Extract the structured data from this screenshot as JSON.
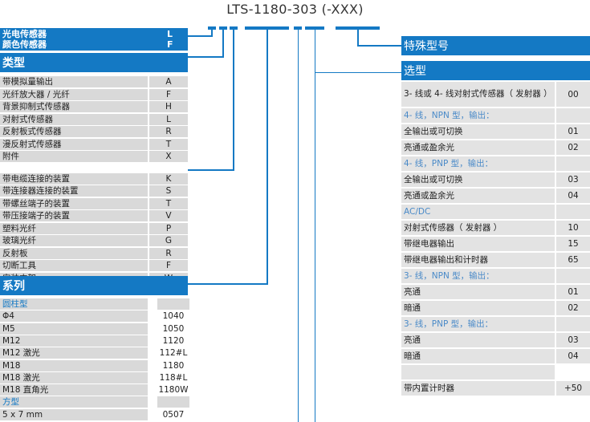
{
  "title": "LTS-1180-303 (-XXX)",
  "sensor_header": {
    "line1": "光电传感器",
    "line1_code": "L",
    "line2": "颜色传感器",
    "line2_code": "F"
  },
  "type_section": {
    "title": "类型",
    "rows": [
      {
        "label": "带模拟量输出",
        "code": "A"
      },
      {
        "label": "光纤放大器 / 光纤",
        "code": "F"
      },
      {
        "label": "背景抑制式传感器",
        "code": "H"
      },
      {
        "label": "对射式传感器",
        "code": "L"
      },
      {
        "label": "反射板式传感器",
        "code": "R"
      },
      {
        "label": "漫反射式传感器",
        "code": "T"
      },
      {
        "label": "附件",
        "code": "X"
      },
      {
        "label": "带电缆连接的装置",
        "code": "K"
      },
      {
        "label": "带连接器连接的装置",
        "code": "S"
      },
      {
        "label": "带螺丝端子的装置",
        "code": "T"
      },
      {
        "label": "带压接端子的装置",
        "code": "V"
      },
      {
        "label": "塑料光纤",
        "code": "P"
      },
      {
        "label": "玻璃光纤",
        "code": "G"
      },
      {
        "label": "反射板",
        "code": "R"
      },
      {
        "label": "切断工具",
        "code": "F"
      },
      {
        "label": "安装支架",
        "code": "W"
      }
    ]
  },
  "series_section": {
    "title": "系列",
    "rows": [
      {
        "label": "圆柱型",
        "code": "",
        "category": true
      },
      {
        "label": "Φ4",
        "code": "1040"
      },
      {
        "label": "M5",
        "code": "1050"
      },
      {
        "label": "M12",
        "code": "1120"
      },
      {
        "label": "M12 激光",
        "code": "112#L"
      },
      {
        "label": "M18",
        "code": "1180"
      },
      {
        "label": "M18 激光",
        "code": "118#L"
      },
      {
        "label": "M18 直角光",
        "code": "1180W"
      },
      {
        "label": "方型",
        "code": "",
        "category": true
      },
      {
        "label": "5 x 7 mm",
        "code": "0507"
      }
    ]
  },
  "special_section": {
    "title": "特殊型号"
  },
  "option_section": {
    "title": "选型",
    "rows": [
      {
        "label": "3- 线或 4- 线对射式传感器（ 发射器 ）",
        "code": "00",
        "tall": true
      },
      {
        "label": "4- 线，NPN 型，输出：",
        "code": "",
        "category": true
      },
      {
        "label": "全输出或可切换",
        "code": "01"
      },
      {
        "label": "亮通或盈余光",
        "code": "02"
      },
      {
        "label": "4- 线，PNP 型，输出：",
        "code": "",
        "category": true
      },
      {
        "label": "全输出或可切换",
        "code": "03"
      },
      {
        "label": "亮通或盈余光",
        "code": "04"
      },
      {
        "label": "AC/DC",
        "code": "",
        "category": true
      },
      {
        "label": "对射式传感器（ 发射器 ）",
        "code": "10"
      },
      {
        "label": "带继电器输出",
        "code": "15"
      },
      {
        "label": "带继电器输出和计时器",
        "code": "65"
      },
      {
        "label": "3- 线，NPN 型，输出：",
        "code": "",
        "category": true
      },
      {
        "label": "亮通",
        "code": "01"
      },
      {
        "label": "暗通",
        "code": "02"
      },
      {
        "label": "3- 线，PNP 型，输出：",
        "code": "",
        "category": true
      },
      {
        "label": "亮通",
        "code": "03"
      },
      {
        "label": "暗通",
        "code": "04"
      },
      {
        "label": "",
        "code": "",
        "blank": true
      },
      {
        "label": "带内置计时器",
        "code": "+50"
      }
    ]
  },
  "colors": {
    "accent": "#1479c4",
    "row_bg": "#d9d9d9",
    "category_text": "#4a8ac8"
  }
}
